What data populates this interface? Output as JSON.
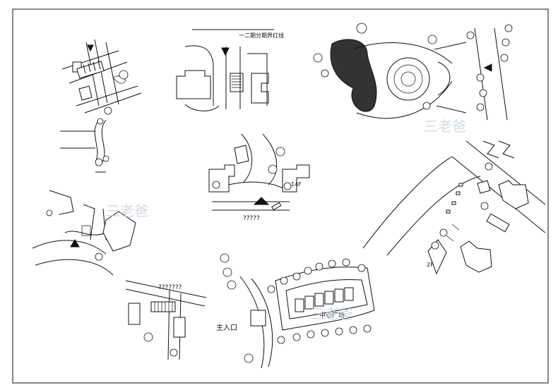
{
  "drawing": {
    "labels": {
      "boundary_note": "一二期分期界红线",
      "floors_14f": "14F",
      "placeholder_center": "?????",
      "placeholder_bottom_left": "???????",
      "main_entrance": "主入口",
      "central_square": "中心广场",
      "floors_2f": "2F"
    },
    "watermark": "三老爸",
    "colors": {
      "line": "#111111",
      "paper": "#ffffff",
      "watermark": "#c9d3dc"
    }
  }
}
